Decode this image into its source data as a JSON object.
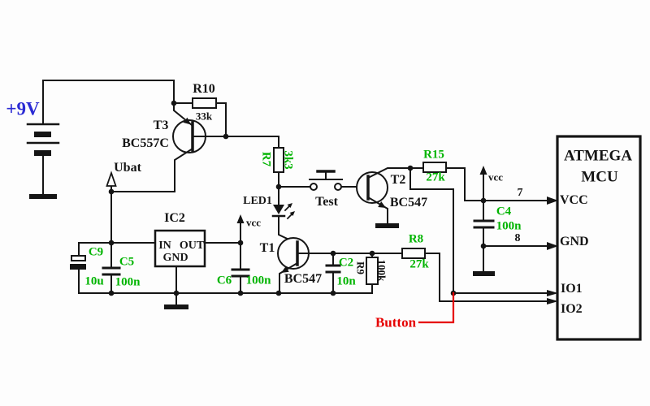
{
  "colors": {
    "wire": "#151515",
    "value_green": "#00b400",
    "net_red": "#e60000",
    "supply_blue": "#2b2bd4",
    "background": "#fdfdfd"
  },
  "power": {
    "battery": "+9V",
    "ubat": "Ubat",
    "vcc_left": "vcc",
    "vcc_right": "vcc"
  },
  "components": {
    "r10": {
      "name": "R10",
      "value": "33k"
    },
    "r7": {
      "name": "R7",
      "value": "3k3"
    },
    "r9": {
      "name": "R9",
      "value": "100k"
    },
    "r8": {
      "name": "R8",
      "value": "27k"
    },
    "r15": {
      "name": "R15",
      "value": "27k"
    },
    "c9": {
      "name": "C9",
      "value": "10u"
    },
    "c5": {
      "name": "C5",
      "value": "100n"
    },
    "c6": {
      "name": "C6",
      "value": "100n"
    },
    "c2": {
      "name": "C2",
      "value": "10n"
    },
    "c4": {
      "name": "C4",
      "value": "100n"
    },
    "t1": {
      "name": "T1",
      "part": "BC547"
    },
    "t2": {
      "name": "T2",
      "part": "BC547"
    },
    "t3": {
      "name": "T3",
      "part": "BC557C"
    },
    "led1": {
      "name": "LED1"
    },
    "ic2": {
      "name": "IC2",
      "pin_in": "IN",
      "pin_out": "OUT",
      "pin_gnd": "GND"
    }
  },
  "switch": {
    "label": "Test"
  },
  "nets": {
    "button": "Button"
  },
  "mcu": {
    "line1": "ATMEGA",
    "line2": "MCU",
    "pin7_number": "7",
    "pin8_number": "8",
    "pin_vcc": "VCC",
    "pin_gnd": "GND",
    "pin_io1": "IO1",
    "pin_io2": "IO2"
  }
}
